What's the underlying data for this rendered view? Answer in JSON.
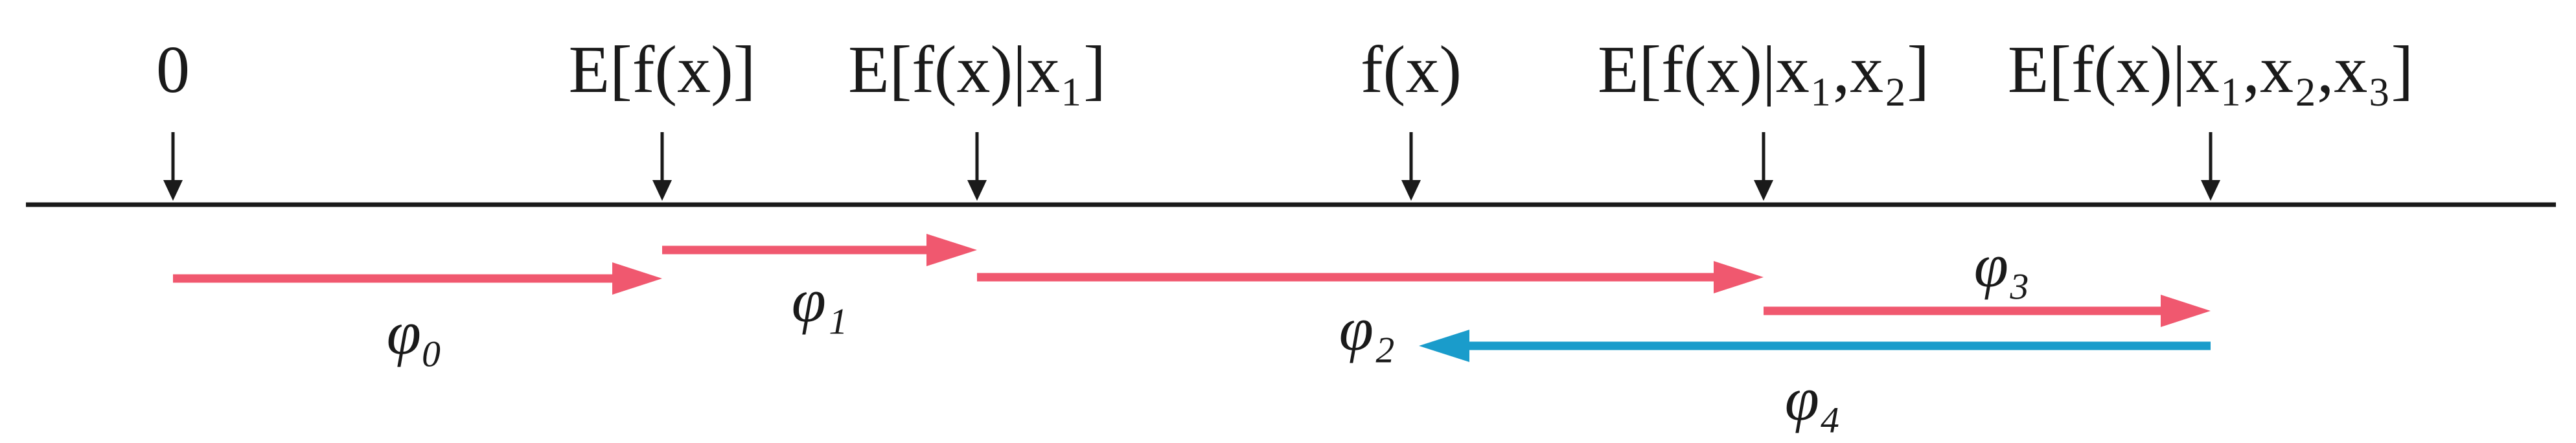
{
  "axis": {
    "ticks": [
      {
        "id": "zero",
        "label": "0"
      },
      {
        "id": "e-f",
        "label": "E[f(x)]"
      },
      {
        "id": "e-f-x1",
        "label": "E[f(x)|x₁]"
      },
      {
        "id": "f-x",
        "label": "f(x)"
      },
      {
        "id": "e-f-x12",
        "label": "E[f(x)|x₁,x₂]"
      },
      {
        "id": "e-f-x123",
        "label": "E[f(x)|x₁,x₂,x₃]"
      }
    ]
  },
  "contributions": [
    {
      "id": "phi0",
      "label": "φ₀"
    },
    {
      "id": "phi1",
      "label": "φ₁"
    },
    {
      "id": "phi2",
      "label": "φ₂"
    },
    {
      "id": "phi3",
      "label": "φ₃"
    },
    {
      "id": "phi4",
      "label": "φ₄"
    }
  ],
  "colors": {
    "positive_arrow": "#F0586F",
    "negative_arrow": "#1A9CCB",
    "axis": "#1a1a1a"
  }
}
